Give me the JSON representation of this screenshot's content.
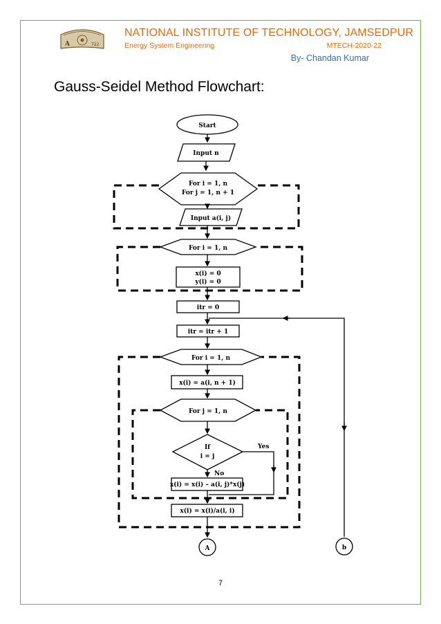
{
  "header": {
    "institute": "NATIONAL INSTITUTE OF TECHNOLOGY, JAMSEDPUR",
    "department": "Energy System Engineering",
    "batch": "MTECH-2020-22",
    "author": "By- Chandan Kumar",
    "logo_text": "A",
    "logo_number": "722"
  },
  "title": "Gauss-Seidel Method Flowchart:",
  "flowchart": {
    "start": "Start",
    "input_n": "Input n",
    "loop_ij_line1": "For i = 1, n",
    "loop_ij_line2": "For j = 1, n + 1",
    "input_a": "Input a(i, j)",
    "loop_i_init": "For i = 1, n",
    "init_x": "x(i) = 0",
    "init_y": "y(i) = 0",
    "itr_zero": "itr = 0",
    "itr_inc": "itr = itr + 1",
    "loop_i_main": "For i = 1, n",
    "assign_x": "x(i) = a(i, n + 1)",
    "loop_j": "For j = 1, n",
    "if_line1": "If",
    "if_line2": "i = j",
    "yes_label": "Yes",
    "no_label": "No",
    "update_x": "x(i) = x(i) – a(i, j)*x(j)",
    "divide_x": "x(i) = x(i)/a(i, i)",
    "connector_a": "A",
    "connector_b": "b"
  },
  "page_number": "7",
  "colors": {
    "border": "#70ad47",
    "header_text": "#e36c0a",
    "author_text": "#2e74b5"
  }
}
